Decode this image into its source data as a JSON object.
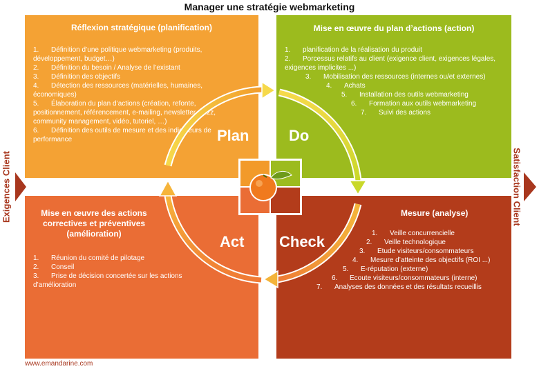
{
  "title": "Manager une stratégie webmarketing",
  "side_left": "Exigences Client",
  "side_right": "Satisfaction Client",
  "footer": "www.emandarine.com",
  "colors": {
    "plan": "#f4a234",
    "do": "#9cbb1e",
    "act": "#ea6d35",
    "check": "#b33c1b",
    "arrow": "#a8371e"
  },
  "center_icon": "mandarin-icon",
  "quadrants": {
    "plan": {
      "title": "Réflexion stratégique (planification)",
      "label": "Plan",
      "items": [
        {
          "num": "1.",
          "text": "Définition d’une politique webmarketing (produits, développement, budget…)"
        },
        {
          "num": "2.",
          "text": "Définition du besoin / Analyse de l’existant"
        },
        {
          "num": "3.",
          "text": "Définition des objectifs"
        },
        {
          "num": "4.",
          "text": "Détection des ressources (matérielles, humaines, économiques)"
        },
        {
          "num": "5.",
          "text": "Élaboration du plan d’actions (création, refonte, positionnement, référencement, e-mailing, newsletter, buzz, community management, vidéo, tutoriel, …)"
        },
        {
          "num": "6.",
          "text": "Définition des outils de mesure et des indicateurs de performance"
        }
      ]
    },
    "do": {
      "title": "Mise en œuvre du plan d’actions (action)",
      "label": "Do",
      "items": [
        {
          "num": "1.",
          "text": "planification de la réalisation du produit"
        },
        {
          "num": "2.",
          "text": "Porcessus relatifs au client (exigence client, exigences légales, exigences implicites ...)"
        },
        {
          "num": "3.",
          "text": "Mobilisation des ressources (internes ou/et externes)"
        },
        {
          "num": "4.",
          "text": "Achats"
        },
        {
          "num": "5.",
          "text": "Installation des outils webmarketing"
        },
        {
          "num": "6.",
          "text": "Formation aux outils webmarketing"
        },
        {
          "num": "7.",
          "text": "Suivi des actions"
        }
      ]
    },
    "act": {
      "title": "Mise en œuvre des actions correctives et préventives (amélioration)",
      "label": "Act",
      "items": [
        {
          "num": "1.",
          "text": "Réunion du comité de pilotage"
        },
        {
          "num": "2.",
          "text": "Conseil"
        },
        {
          "num": "3.",
          "text": "Prise de décision concertée sur les actions d’amélioration"
        }
      ]
    },
    "check": {
      "title": "Mesure (analyse)",
      "label": "Check",
      "items": [
        {
          "num": "1.",
          "text": "Veille concurrencielle"
        },
        {
          "num": "2.",
          "text": "Veille technologique"
        },
        {
          "num": "3.",
          "text": "Etude visiteurs/consommateurs"
        },
        {
          "num": "4.",
          "text": "Mesure d’atteinte des objectifs (ROI ...)"
        },
        {
          "num": "5.",
          "text": "E-réputation (externe)"
        },
        {
          "num": "6.",
          "text": "Ecoute visiteurs/consommateurs (interne)"
        },
        {
          "num": "7.",
          "text": "Analyses des données et des résultats recueillis"
        }
      ]
    }
  }
}
